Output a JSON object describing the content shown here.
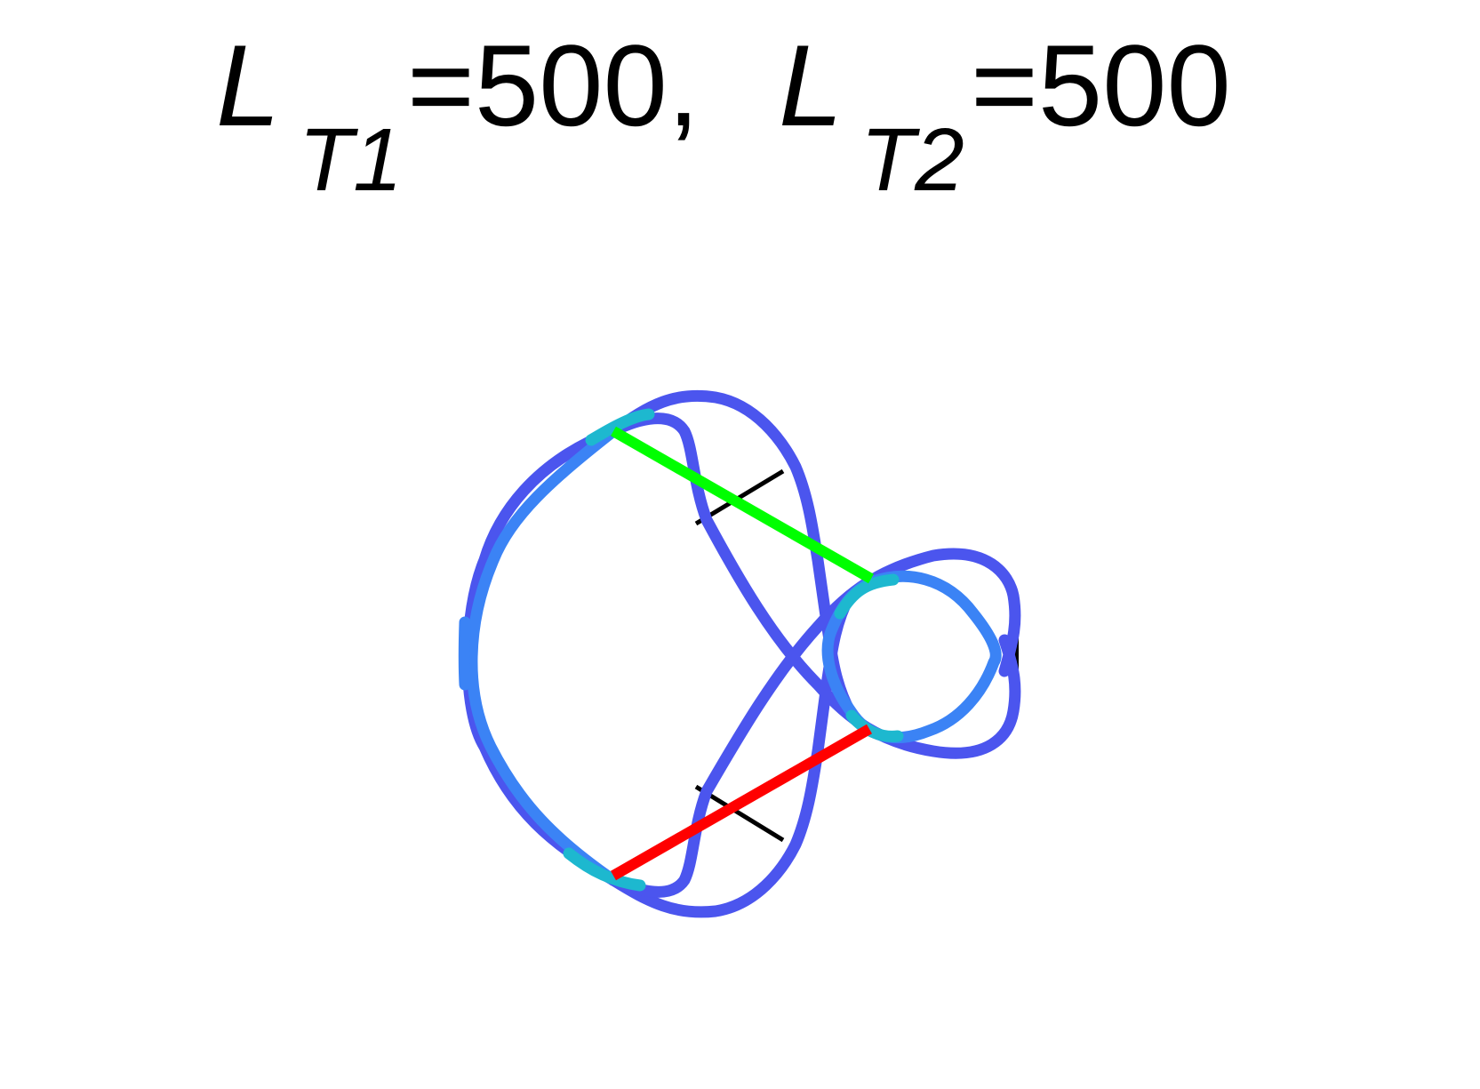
{
  "title": {
    "t1_symbol": "L",
    "t1_subscript": "T1",
    "t1_equals": "=500,",
    "t2_symbol": "L",
    "t2_subscript": "T2",
    "t2_equals": "=500"
  },
  "colors": {
    "curve_blue": "#4b55ee",
    "curve_lightblue": "#3b83f5",
    "curve_cyan": "#1db8cf",
    "connector_green": "#00ff00",
    "connector_red": "#ff0000",
    "connector_black": "#000000",
    "background": "#ffffff"
  }
}
